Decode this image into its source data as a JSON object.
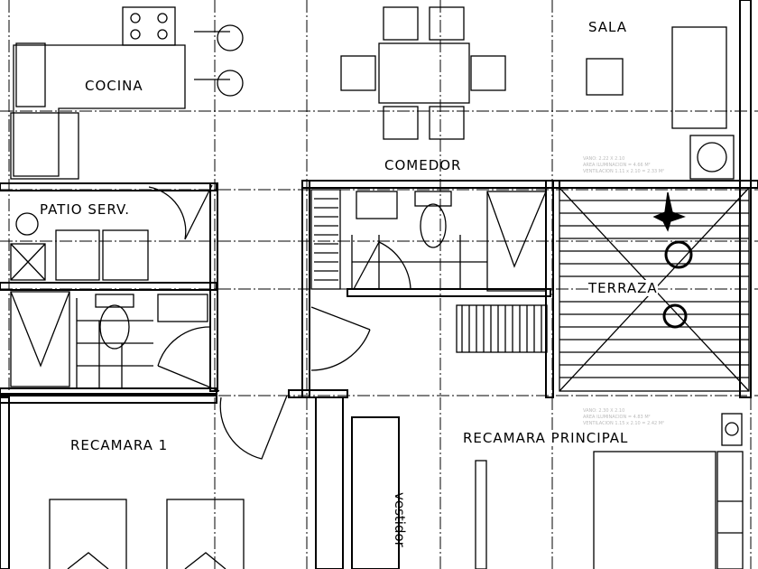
{
  "rooms": {
    "cocina": "COCINA",
    "comedor": "COMEDOR",
    "sala": "SALA",
    "patio": "PATIO SERV.",
    "terraza": "TERRAZA",
    "recamara1": "RECAMARA 1",
    "principal": "RECAMARA PRINCIPAL",
    "vestidor": "vestidor"
  },
  "notes": {
    "upper": [
      "VANO: 2.22 X 2.10",
      "AREA ILUMINACION = 4.66 M²",
      "VENTILACION 1.11 x 2.10 = 2.33 M²"
    ],
    "lower": [
      "VANO: 2.30 X 2.10",
      "AREA ILUMINACION = 4.83 M²",
      "VENTILACION 1.15 x 2.10 = 2.42 M²"
    ]
  }
}
